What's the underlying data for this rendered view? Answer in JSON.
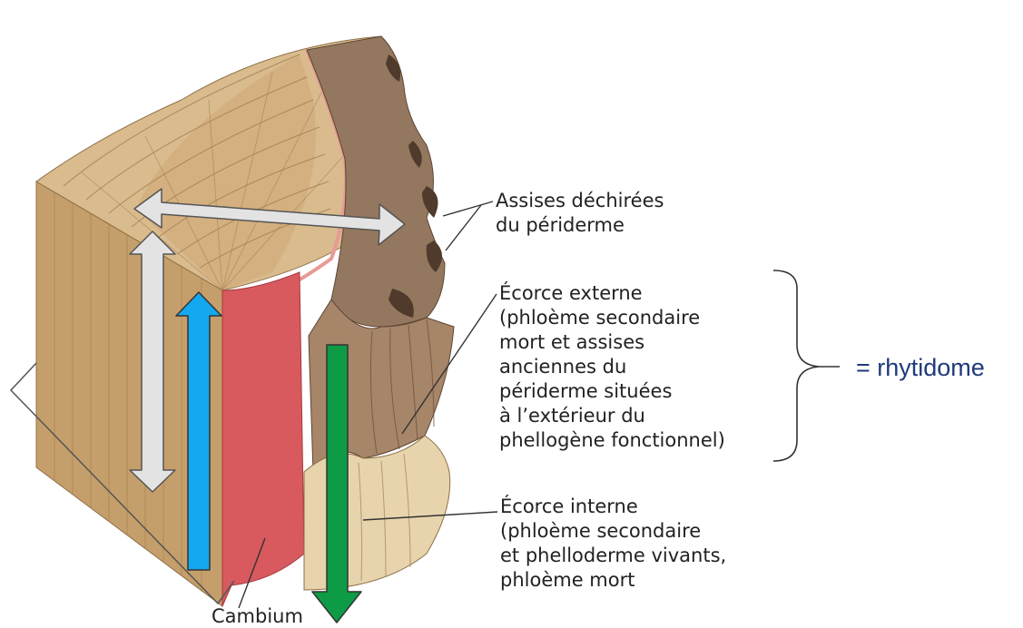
{
  "labels": {
    "periderm_torn": [
      "Assises déchirées",
      "du périderme"
    ],
    "outer_bark": [
      "Écorce externe",
      "(phloème secondaire",
      "mort et assises",
      "anciennes du",
      "périderme situées",
      "à l’extérieur du",
      "phellogène fonctionnel)"
    ],
    "inner_bark": [
      "Écorce interne",
      "(phloème secondaire",
      "et phelloderme vivants,",
      "phloème mort"
    ],
    "cambium": "Cambium",
    "rhytidome": "= rhytidome"
  },
  "colors": {
    "wood_top": "#d8b98c",
    "wood_side": "#c9a46f",
    "cambium": "#d9545c",
    "bark_outer": "#8e7058",
    "bark_inner": "#e6d2a8",
    "arrow_gray": "#e2e2e2",
    "arrow_blue": "#13a8ee",
    "arrow_green": "#0e9b45",
    "rhytidome_text": "#1f3a7a"
  }
}
